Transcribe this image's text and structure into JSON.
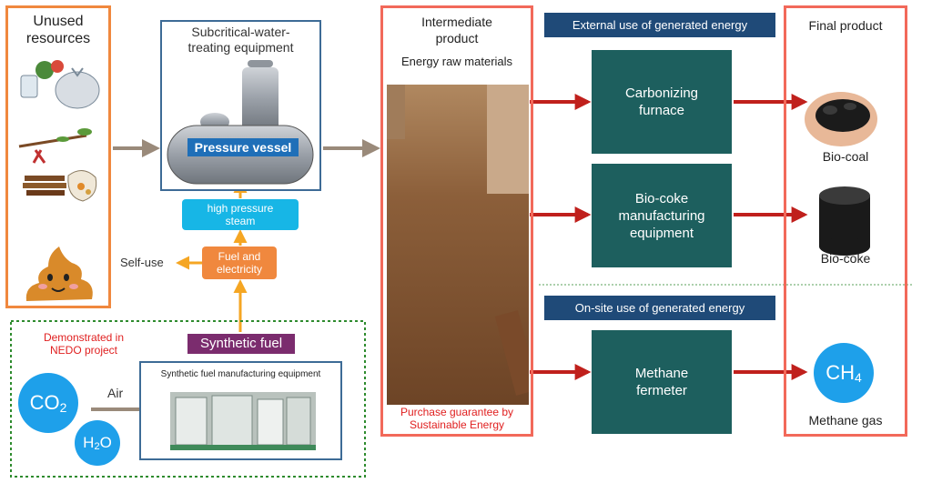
{
  "unused": {
    "title": "Unused\nresources"
  },
  "subcritical": {
    "title": "Subcritical-water-\ntreating equipment",
    "vessel": "Pressure vessel"
  },
  "steam": "high pressure\nsteam",
  "fuel_electricity": "Fuel and\nelectricity",
  "self_use": "Self-use",
  "synthetic_fuel": "Synthetic fuel",
  "nedo": "Demonstrated in\nNEDO project",
  "synthetic_equipment": "Synthetic fuel manufacturing equipment",
  "air": "Air",
  "co2": {
    "main": "CO",
    "sub": "2"
  },
  "h2o": {
    "pre": "H",
    "sub": "2",
    "post": "O"
  },
  "intermediate": {
    "title": "Intermediate\nproduct",
    "subtitle": "Energy raw materials",
    "guarantee": "Purchase guarantee by\nSustainable Energy"
  },
  "external_use": "External use of generated energy",
  "onsite_use": "On-site use of generated energy",
  "processes": {
    "carbonizing": "Carbonizing\nfurnace",
    "biocoke_equipment": "Bio-coke\nmanufacturing\nequipment",
    "methane_fermenter": "Methane\nfermeter"
  },
  "final": {
    "title": "Final product",
    "biocoal": "Bio-coal",
    "biocoke": "Bio-coke",
    "methane": "Methane gas",
    "ch4": {
      "main": "CH",
      "sub": "4"
    }
  },
  "colors": {
    "orange": "#f0883e",
    "red": "#f2695a",
    "teal": "#1d5f5e",
    "navy": "#1f4a78",
    "cyan": "#17b6e6",
    "purple": "#7b2c6e",
    "green_dotted": "#2e8b2e",
    "arrow_red": "#c0201c"
  }
}
